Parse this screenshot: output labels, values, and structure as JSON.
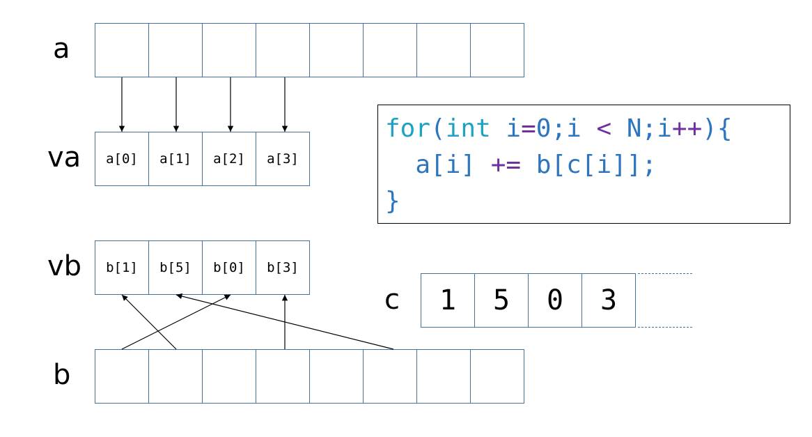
{
  "labels": {
    "a": "a",
    "va": "va",
    "vb": "vb",
    "b": "b",
    "c": "c"
  },
  "arrays": {
    "a": {
      "length": 8
    },
    "va": {
      "cells": [
        "a[0]",
        "a[1]",
        "a[2]",
        "a[3]"
      ]
    },
    "vb": {
      "cells": [
        "b[1]",
        "b[5]",
        "b[0]",
        "b[3]"
      ]
    },
    "b": {
      "length": 8
    },
    "c": {
      "cells": [
        "1",
        "5",
        "0",
        "3"
      ]
    }
  },
  "code": {
    "line1": {
      "kw1": "for",
      "p1": "(",
      "kw2": "int",
      "t1": " i",
      "o1": "=",
      "t2": "0;i ",
      "o2": "<",
      "t3": " N;i",
      "o3": "++",
      "t4": "){"
    },
    "line2": {
      "indent": "  ",
      "t1": "a[i] ",
      "o1": "+=",
      "t2": " b[c[i]];"
    },
    "line3": {
      "t1": "}"
    }
  },
  "connections": {
    "a_to_va": [
      [
        0,
        0
      ],
      [
        1,
        1
      ],
      [
        2,
        2
      ],
      [
        3,
        3
      ]
    ],
    "b_to_vb": [
      [
        0,
        2
      ],
      [
        1,
        0
      ],
      [
        3,
        3
      ],
      [
        5,
        1
      ]
    ]
  },
  "colors": {
    "cell_border": "#41719c",
    "keyword": "#1fa2c2",
    "text": "#2e75c0",
    "operator": "#7030a0"
  }
}
